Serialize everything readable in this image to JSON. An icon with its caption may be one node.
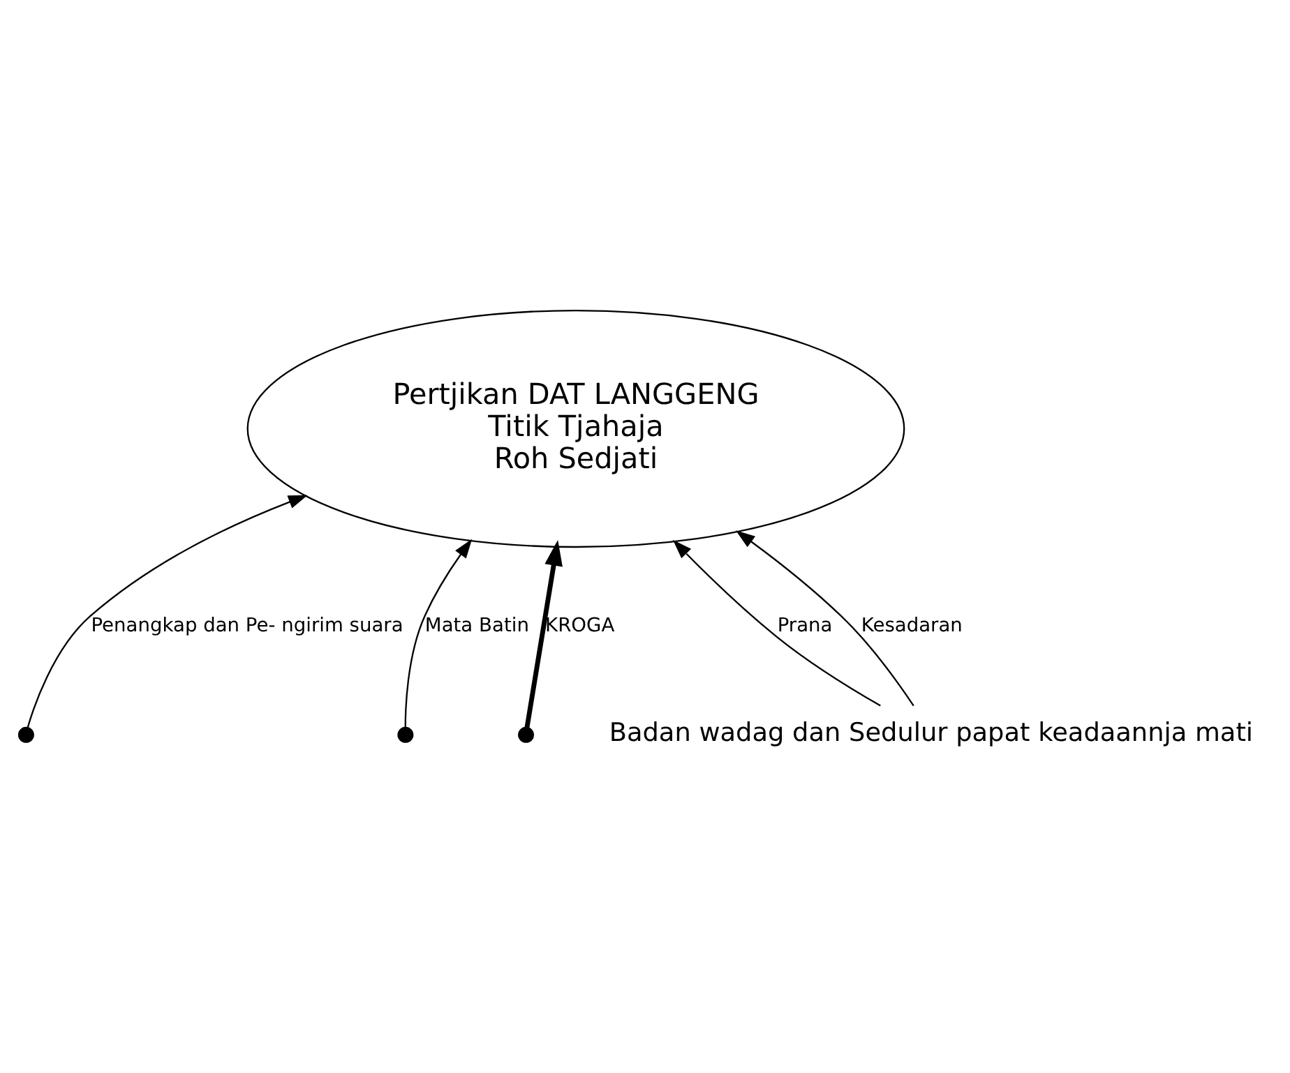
{
  "diagram": {
    "nodes": [
      {
        "text": [
          "Pertjikan DAT LANGGENG",
          "Titik Tjahaja",
          "Roh Sedjati"
        ]
      },
      {
        "text": [],
        "shape": "circle"
      },
      {
        "text": [],
        "shape": "circle"
      },
      {
        "text": [],
        "shape": "circle"
      },
      {
        "text": [
          "Badan wadag dan Sedulur papat keadaannja mati"
        ]
      }
    ],
    "edges": [
      {
        "from": 4,
        "to": 0,
        "arrow": "to",
        "label": "Prana"
      },
      {
        "from": 4,
        "to": 0,
        "arrow": "to",
        "label": "Kesadaran"
      },
      {
        "from": 3,
        "to": 0,
        "arrow": "to",
        "label": "KROGA",
        "style": "thick"
      },
      {
        "from": 2,
        "to": 0,
        "arrow": "to",
        "label": "Mata Batin"
      },
      {
        "from": 1,
        "to": 0,
        "arrow": "to",
        "label": "Penangkap dan Pe- ngirim suara"
      }
    ]
  }
}
